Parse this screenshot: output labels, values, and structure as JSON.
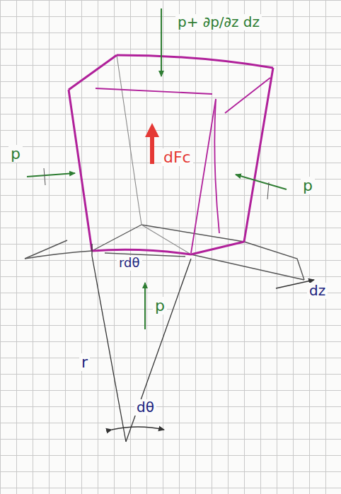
{
  "diagram": {
    "labels": [
      "p+ ∂p/∂z dz",
      "dFc",
      "p",
      "p",
      "rdθ",
      "p",
      "dz",
      "r",
      "dθ"
    ]
  }
}
